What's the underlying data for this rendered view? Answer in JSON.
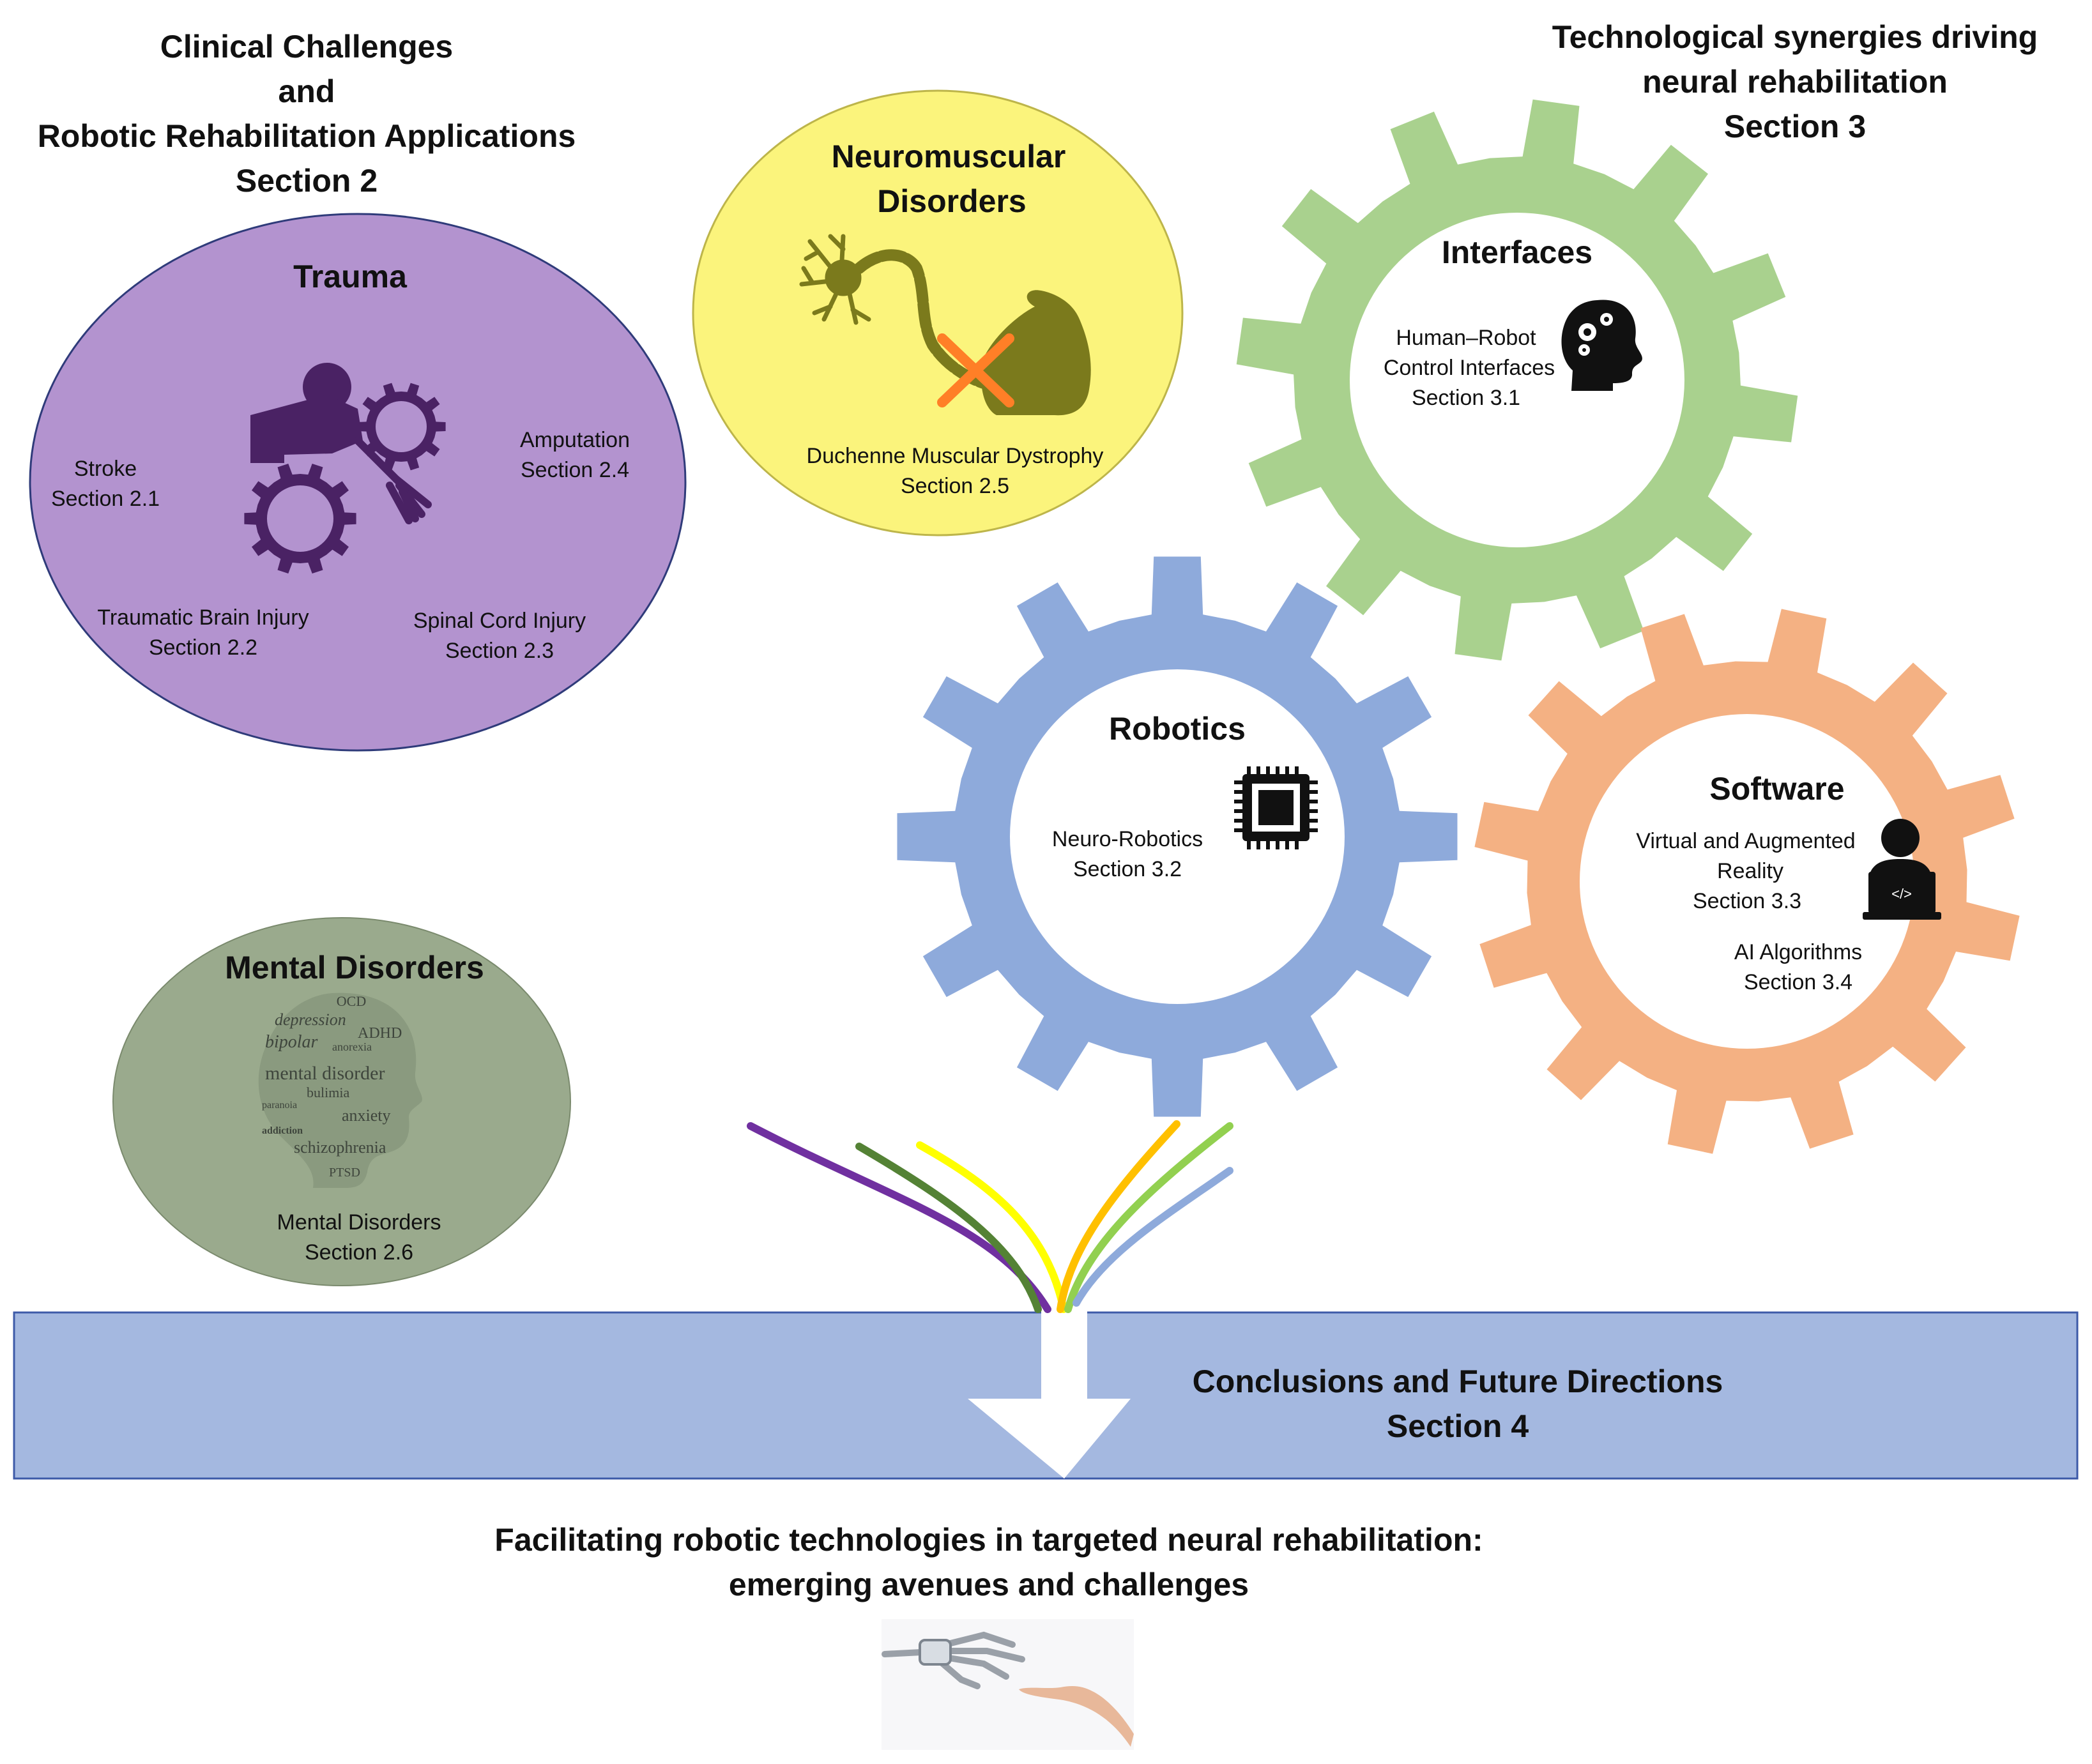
{
  "clinical_header": {
    "line1": "Clinical Challenges",
    "line2": "and",
    "line3": "Robotic Rehabilitation Applications",
    "line4": "Section 2"
  },
  "tech_header": {
    "line1": "Technological synergies driving",
    "line2": "neural rehabilitation",
    "line3": "Section 3"
  },
  "trauma": {
    "title": "Trauma",
    "stroke": [
      "Stroke",
      "Section 2.1"
    ],
    "amputation": [
      "Amputation",
      "Section 2.4"
    ],
    "tbi": [
      "Traumatic Brain Injury",
      "Section 2.2"
    ],
    "sci": [
      "Spinal Cord Injury",
      "Section 2.3"
    ]
  },
  "neuromuscular": {
    "title1": "Neuromuscular",
    "title2": "Disorders",
    "item": [
      "Duchenne Muscular Dystrophy",
      "Section 2.5"
    ]
  },
  "mental": {
    "title": "Mental Disorders",
    "item": [
      "Mental Disorders",
      "Section 2.6"
    ],
    "word_cloud": [
      "OCD",
      "depression",
      "bipolar",
      "ADHD",
      "anorexia",
      "mental disorder",
      "bulimia",
      "paranoia",
      "anxiety",
      "addiction",
      "schizophrenia",
      "PTSD"
    ]
  },
  "interfaces": {
    "title": "Interfaces",
    "item": [
      "Human–Robot",
      "Control Interfaces",
      "Section 3.1"
    ]
  },
  "robotics": {
    "title": "Robotics",
    "item": [
      "Neuro-Robotics",
      "Section 3.2"
    ]
  },
  "software": {
    "title": "Software",
    "item1": [
      "Virtual and Augmented",
      "Reality",
      "Section 3.3"
    ],
    "item2": [
      "AI Algorithms",
      "Section 3.4"
    ]
  },
  "conclusions": {
    "line1": "Conclusions and Future Directions",
    "line2": "Section 4"
  },
  "footer": {
    "line1": "Facilitating robotic technologies in targeted neural rehabilitation:",
    "line2": "emerging avenues and challenges"
  },
  "icons": [
    "gears-person-icon",
    "neuron-icon",
    "muscle-arm-icon",
    "cross-mark-icon",
    "head-gears-icon",
    "chip-icon",
    "coder-laptop-icon",
    "head-word-cloud-icon",
    "robot-human-hands-icon"
  ],
  "colors": {
    "trauma_fill": "#b393cf",
    "trauma_dark": "#4a2264",
    "neuromuscular_fill": "#fbf47c",
    "neuron": "#7b7a1c",
    "mental_fill": "#9aaa8d",
    "interfaces_gear": "#a9d18e",
    "robotics_gear": "#8eaadb",
    "software_gear": "#f4b183",
    "conclusion_band": "#a4b8e0",
    "flow_lines": [
      "#7030a0",
      "#548235",
      "#ffff00",
      "#ffc000",
      "#92d050",
      "#8eaadb"
    ]
  }
}
